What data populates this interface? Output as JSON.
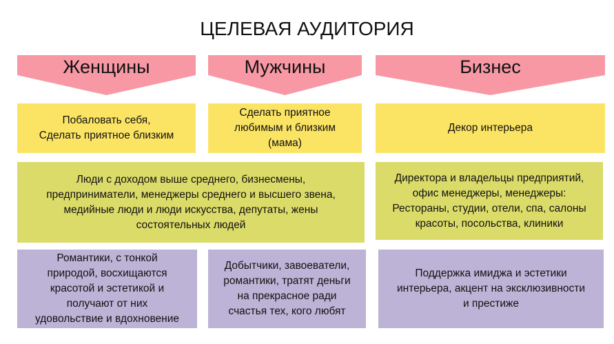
{
  "title": "ЦЕЛЕВАЯ АУДИТОРИЯ",
  "colors": {
    "header": "#f898a4",
    "motive": "#fbe463",
    "audience": "#dbdb69",
    "psychology": "#bcb3d6"
  },
  "headers": [
    "Женщины",
    "Мужчины",
    "Бизнес"
  ],
  "motives": [
    "Побаловать себя,\nСделать приятное близким",
    "Сделать приятное\nлюбимым и близким\n(мама)",
    "Декор интерьера"
  ],
  "audience": [
    "Люди с доходом выше среднего, бизнесмены,\nпредприниматели, менеджеры среднего и высшего звена,\nмедийные люди и люди искусства, депутаты, жены\nсостоятельных людей",
    "Директора и владельцы предприятий,\nофис менеджеры, менеджеры:\nРестораны, студии, отели, спа, салоны\nкрасоты, посольства, клиники"
  ],
  "psychology": [
    "Романтики, с тонкой\nприродой, восхищаются\nкрасотой и эстетикой  и\nполучают от них\nудовольствие и вдохновение",
    "Добытчики, завоеватели,\nромантики, тратят деньги\nна прекрасное ради\nсчастья тех, кого любят",
    "Поддержка имиджа и эстетики\nинтерьера, акцент на эксклюзивности\nи престиже"
  ]
}
